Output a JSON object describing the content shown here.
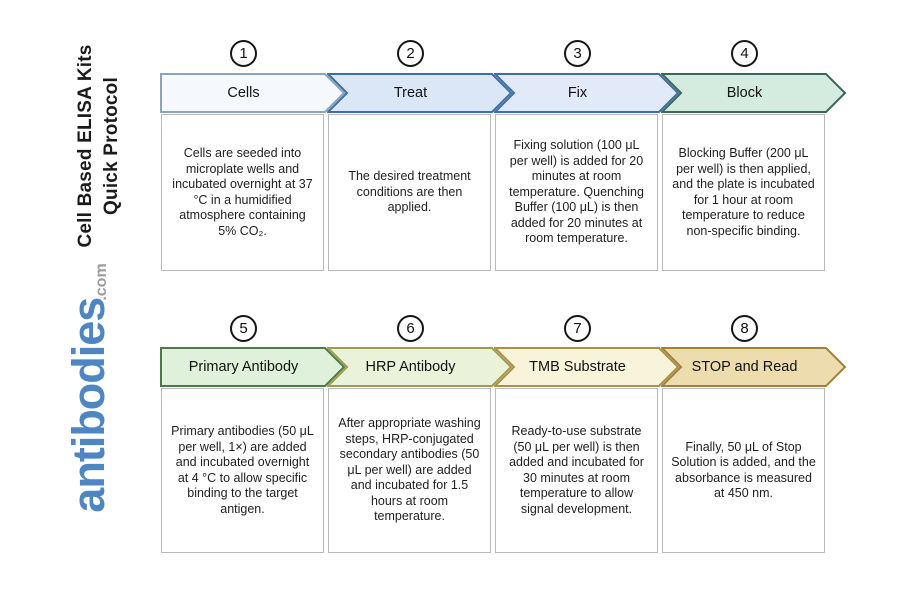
{
  "title": {
    "line1": "Cell Based ELISA Kits",
    "line2": "Quick Protocol"
  },
  "logo": {
    "main": "antibodies",
    "suffix": ".com",
    "main_color": "#4d86c2",
    "suffix_color": "#9c9c9c"
  },
  "steps": [
    {
      "number": "1",
      "label": "Cells",
      "description": "Cells are seeded into microplate wells and incubated overnight at 37 °C in a humidified atmosphere containing 5% CO₂.",
      "fill": "#f5f8fc",
      "stroke": "#8ba3bc"
    },
    {
      "number": "2",
      "label": "Treat",
      "description": "The desired treatment conditions are then applied.",
      "fill": "#dbe6f7",
      "stroke": "#3e6ea6"
    },
    {
      "number": "3",
      "label": "Fix",
      "description": "Fixing solution (100 μL per well) is added for 20 minutes at room temperature. Quenching Buffer (100 μL) is then added for 20 minutes at room temperature.",
      "fill": "#e2e9f9",
      "stroke": "#3e6ea6"
    },
    {
      "number": "4",
      "label": "Block",
      "description": "Blocking Buffer (200 μL per well) is then applied, and the plate is incubated for 1 hour at room temperature to reduce non-specific binding.",
      "fill": "#d4ecdf",
      "stroke": "#3c685a"
    },
    {
      "number": "5",
      "label": "Primary Antibody",
      "description": "Primary antibodies (50 μL per well, 1×) are added and incubated overnight at 4 °C to allow specific binding to the target antigen.",
      "fill": "#dff0db",
      "stroke": "#4a7b44"
    },
    {
      "number": "6",
      "label": "HRP Antibody",
      "description": "After appropriate washing steps, HRP-conjugated secondary antibodies (50 μL per well) are added and incubated for 1.5 hours at room temperature.",
      "fill": "#eaf2da",
      "stroke": "#a29a4e"
    },
    {
      "number": "7",
      "label": "TMB Substrate",
      "description": "Ready-to-use substrate (50 μL per well) is then added and incubated for 30 minutes at room temperature to allow signal development.",
      "fill": "#f8f4da",
      "stroke": "#ab9049"
    },
    {
      "number": "8",
      "label": "STOP and Read",
      "description": "Finally, 50 μL of Stop Solution is added, and the absorbance is measured at 450 nm.",
      "fill": "#ecdcae",
      "stroke": "#a2803a"
    }
  ]
}
